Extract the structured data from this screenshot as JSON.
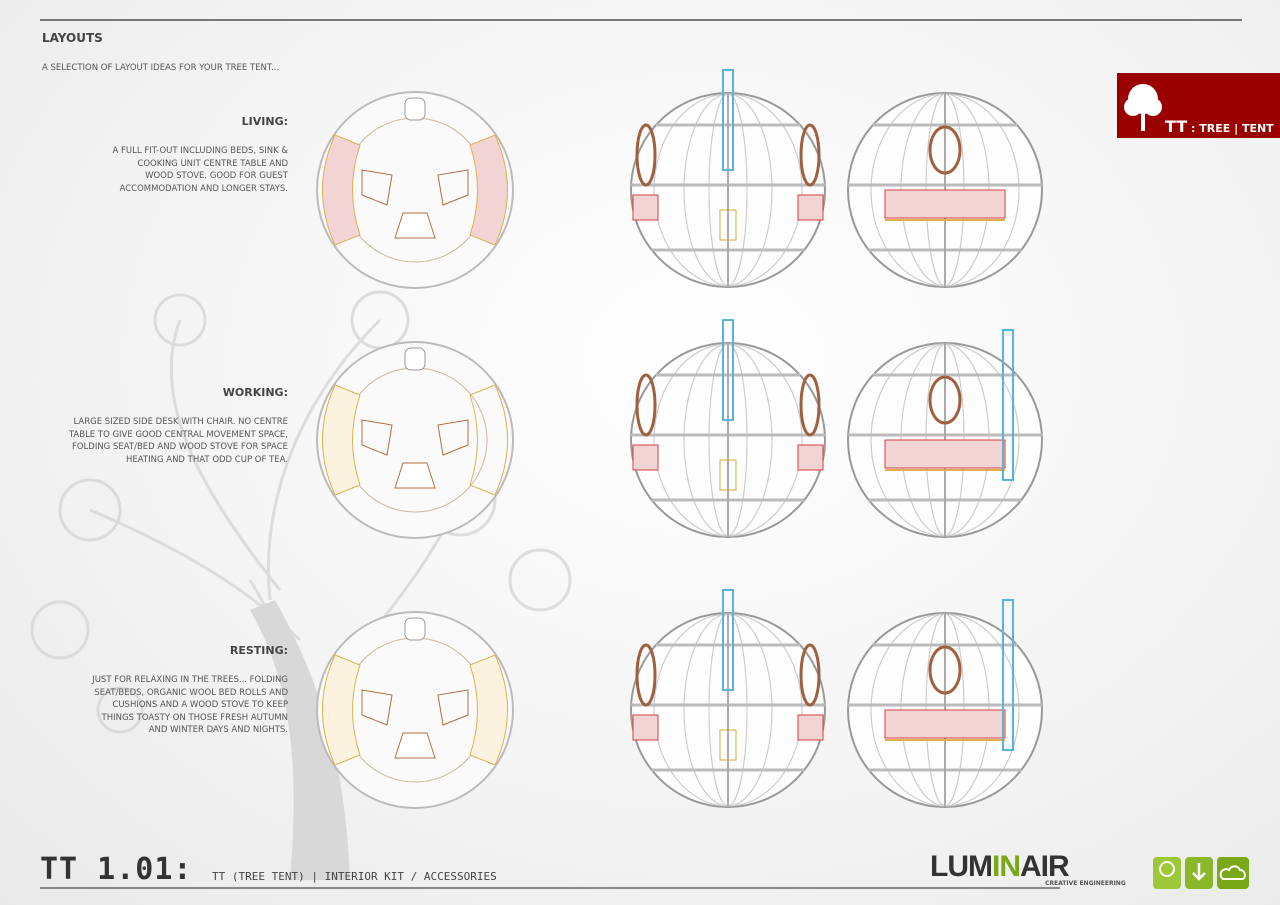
{
  "header": {
    "title": "LAYOUTS",
    "subtitle": "A SELECTION OF LAYOUT IDEAS FOR YOUR TREE TENT..."
  },
  "sections": [
    {
      "title": "LIVING:",
      "body": [
        "A FULL FIT-OUT INCLUDING BEDS, SINK &",
        "COOKING UNIT CENTRE TABLE AND",
        "WOOD STOVE. GOOD FOR GUEST",
        "ACCOMMODATION AND LONGER STAYS."
      ]
    },
    {
      "title": "WORKING:",
      "body": [
        "LARGE SIZED SIDE DESK WITH CHAIR. NO CENTRE",
        "TABLE TO GIVE GOOD CENTRAL MOVEMENT SPACE,",
        "FOLDING SEAT/BED AND WOOD STOVE FOR SPACE",
        "HEATING AND THAT ODD CUP OF TEA."
      ]
    },
    {
      "title": "RESTING:",
      "body": [
        "JUST FOR RELAXING IN THE TREES... FOLDING",
        "SEAT/BEDS, ORGANIC WOOL BED ROLLS AND",
        "CUSHIONS AND A WOOD STOVE TO KEEP",
        "THINGS TOASTY ON THOSE FRESH AUTUMN",
        "AND WINTER DAYS AND NIGHTS."
      ]
    }
  ],
  "badge": {
    "tt": "TT",
    "rest": ": TREE | TENT"
  },
  "footer": {
    "code": "TT 1.01:",
    "subtitle": "TT (TREE TENT) | INTERIOR KIT / ACCESSORIES",
    "logo_a": "LUM",
    "logo_b": "IN",
    "logo_c": "AIR",
    "logo_tagline": "CREATIVE ENGINEERING"
  },
  "colors": {
    "badge": "#9a0000",
    "accent_green": "#7aa818",
    "fabric_red": "#d04040",
    "stove_blue": "#5ab4d8"
  }
}
